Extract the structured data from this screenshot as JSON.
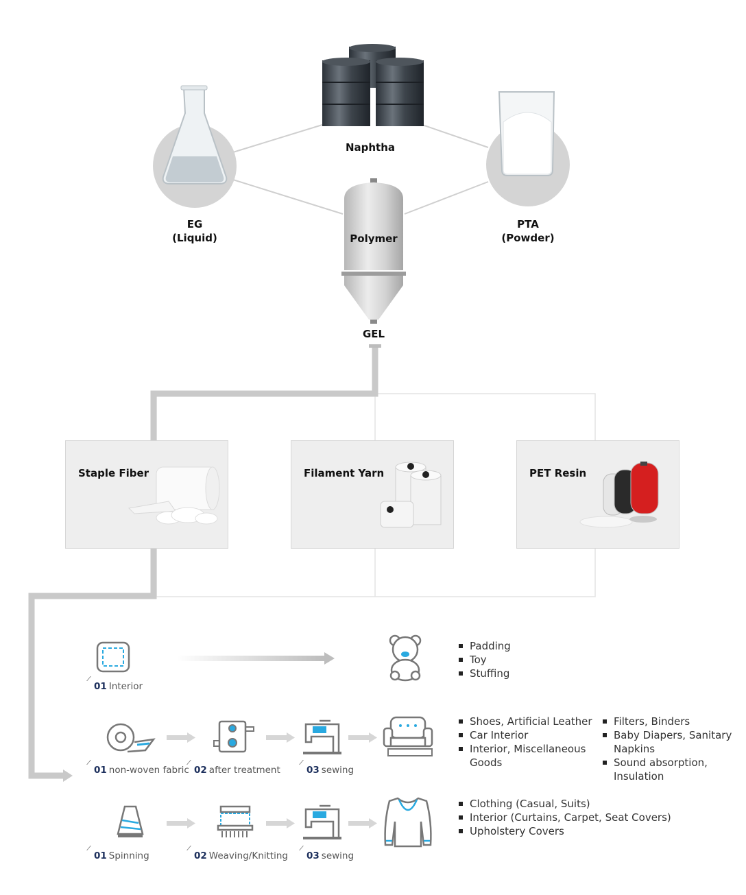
{
  "raw_materials": {
    "naphtha": "Naphtha",
    "eg_line1": "EG",
    "eg_line2": "(Liquid)",
    "pta_line1": "PTA",
    "pta_line2": "(Powder)",
    "polymer": "Polymer",
    "gel": "GEL"
  },
  "products": {
    "staple_fiber": "Staple Fiber",
    "filament_yarn": "Filament Yarn",
    "pet_resin": "PET Resin"
  },
  "process_rows": [
    {
      "steps": [
        {
          "num": "01",
          "label": "Interior",
          "icon": "interior-pad-icon"
        }
      ],
      "result_icon": "teddy-bear-icon",
      "uses": [
        [
          "Padding",
          "Toy",
          "Stuffing"
        ]
      ]
    },
    {
      "steps": [
        {
          "num": "01",
          "label": "non-woven fabric",
          "icon": "fabric-roll-icon"
        },
        {
          "num": "02",
          "label": "after treatment",
          "icon": "treatment-machine-icon"
        },
        {
          "num": "03",
          "label": "sewing",
          "icon": "sewing-machine-icon"
        }
      ],
      "result_icon": "sofa-icon",
      "uses": [
        [
          "Shoes, Artificial Leather",
          "Car Interior",
          "Interior, Miscellaneous Goods"
        ],
        [
          "Filters, Binders",
          "Baby Diapers, Sanitary Napkins",
          "Sound absorption, Insulation"
        ]
      ]
    },
    {
      "steps": [
        {
          "num": "01",
          "label": "Spinning",
          "icon": "spool-icon"
        },
        {
          "num": "02",
          "label": "Weaving/Knitting",
          "icon": "loom-icon"
        },
        {
          "num": "03",
          "label": "sewing",
          "icon": "sewing-machine-icon"
        }
      ],
      "result_icon": "shirt-icon",
      "uses": [
        [
          "Clothing (Casual, Suits)",
          "Interior (Curtains, Carpet, Seat Covers)",
          "Upholstery Covers"
        ]
      ]
    }
  ],
  "colors": {
    "accent": "#29a9e0",
    "step_number": "#1c2f5c",
    "connector": "#c8c8c8"
  }
}
